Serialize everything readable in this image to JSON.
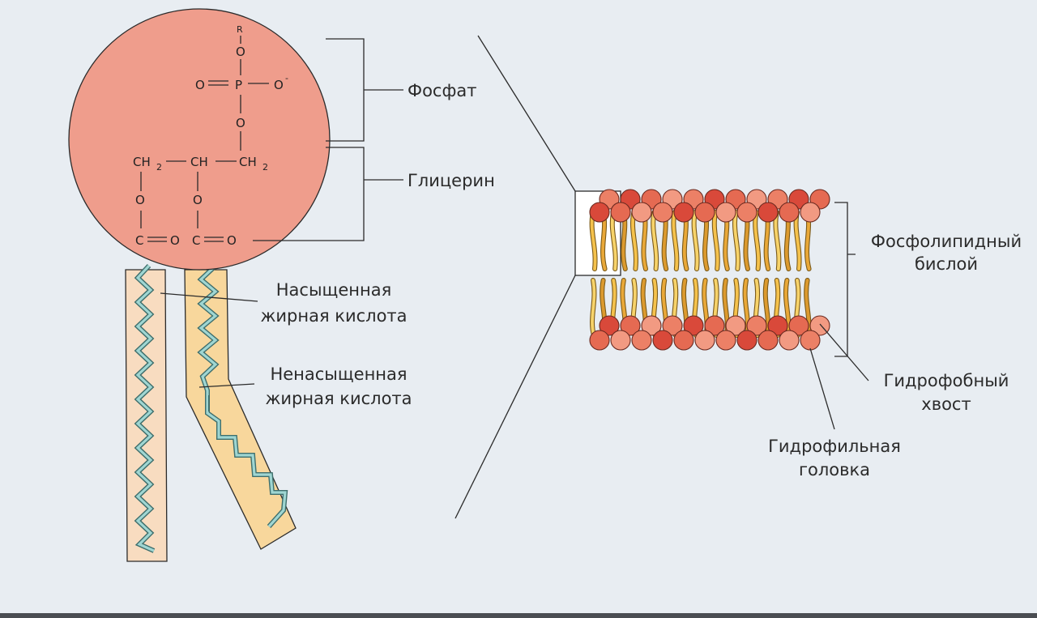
{
  "labels": {
    "phosphate": "Фосфат",
    "glycerol": "Глицерин",
    "saturated_line1": "Насыщенная",
    "saturated_line2": "жирная кислота",
    "unsaturated_line1": "Ненасыщенная",
    "unsaturated_line2": "жирная кислота",
    "bilayer_line1": "Фосфолипидный",
    "bilayer_line2": "бислой",
    "tail_line1": "Гидрофобный",
    "tail_line2": "хвост",
    "head_line1": "Гидрофильная",
    "head_line2": "головка"
  },
  "formula": {
    "r": "R",
    "o": "O",
    "p": "P",
    "o_minus": "O",
    "minus": "-",
    "eq": "═",
    "ch": "CH",
    "h": "H",
    "c": "C",
    "sub2": "2",
    "dash": "—"
  },
  "colors": {
    "background": "#e8edf2",
    "head": "#ef9d8c",
    "saturated_tail": "#f8dcc0",
    "unsaturated_tail": "#f8d79c",
    "zigzag": "#5fa7a3",
    "bilayer_head_dark": "#d9493a",
    "bilayer_head_light": "#ec8066",
    "bilayer_tail": "#f5c24c"
  }
}
